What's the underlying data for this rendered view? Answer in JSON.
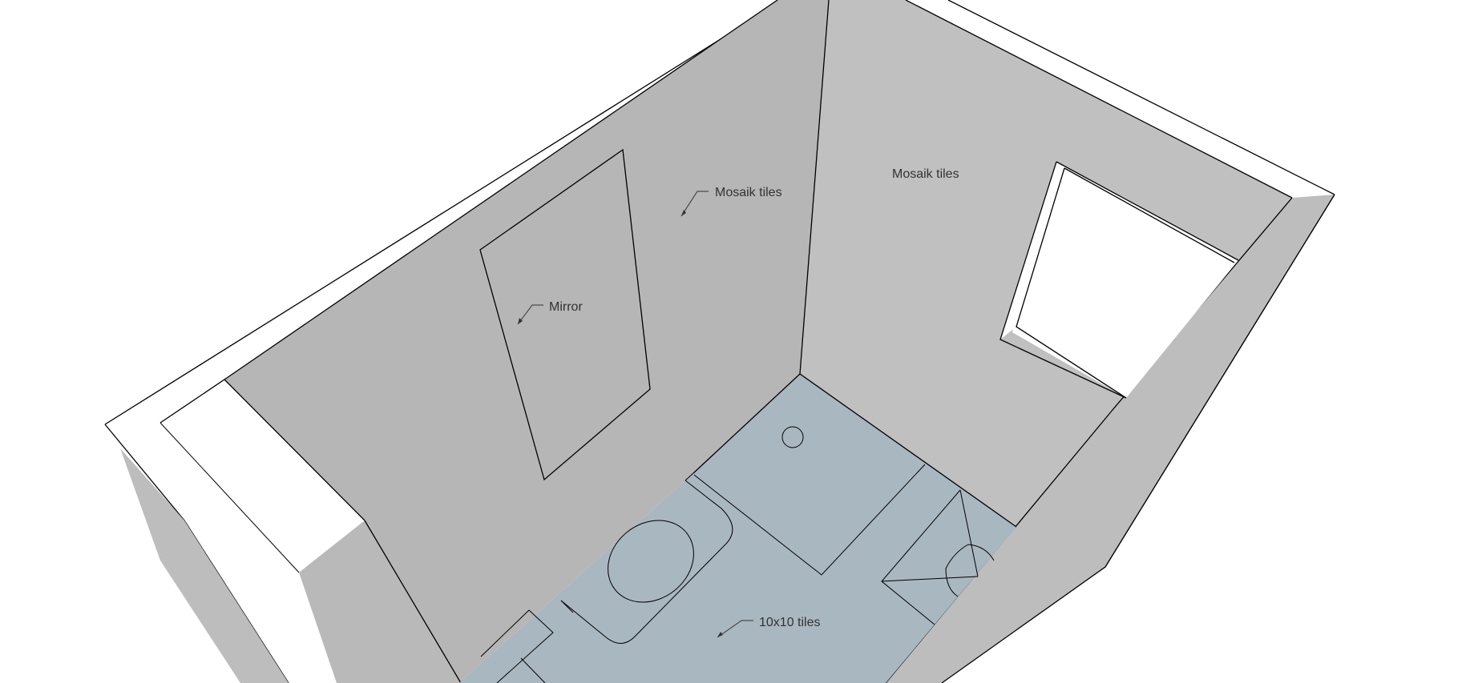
{
  "labels": {
    "mosaik_left": "Mosaik tiles",
    "mosaik_right": "Mosaik tiles",
    "mirror": "Mirror",
    "floor_tiles": "10x10 tiles"
  },
  "colors": {
    "background": "#ffffff",
    "wall_left": "#b6b6b6",
    "wall_right": "#c0c0c0",
    "wall_side": "#bdbdbd",
    "floor": "#a9b7c0",
    "wall_top": "#ffffff",
    "outline": "#000000"
  }
}
